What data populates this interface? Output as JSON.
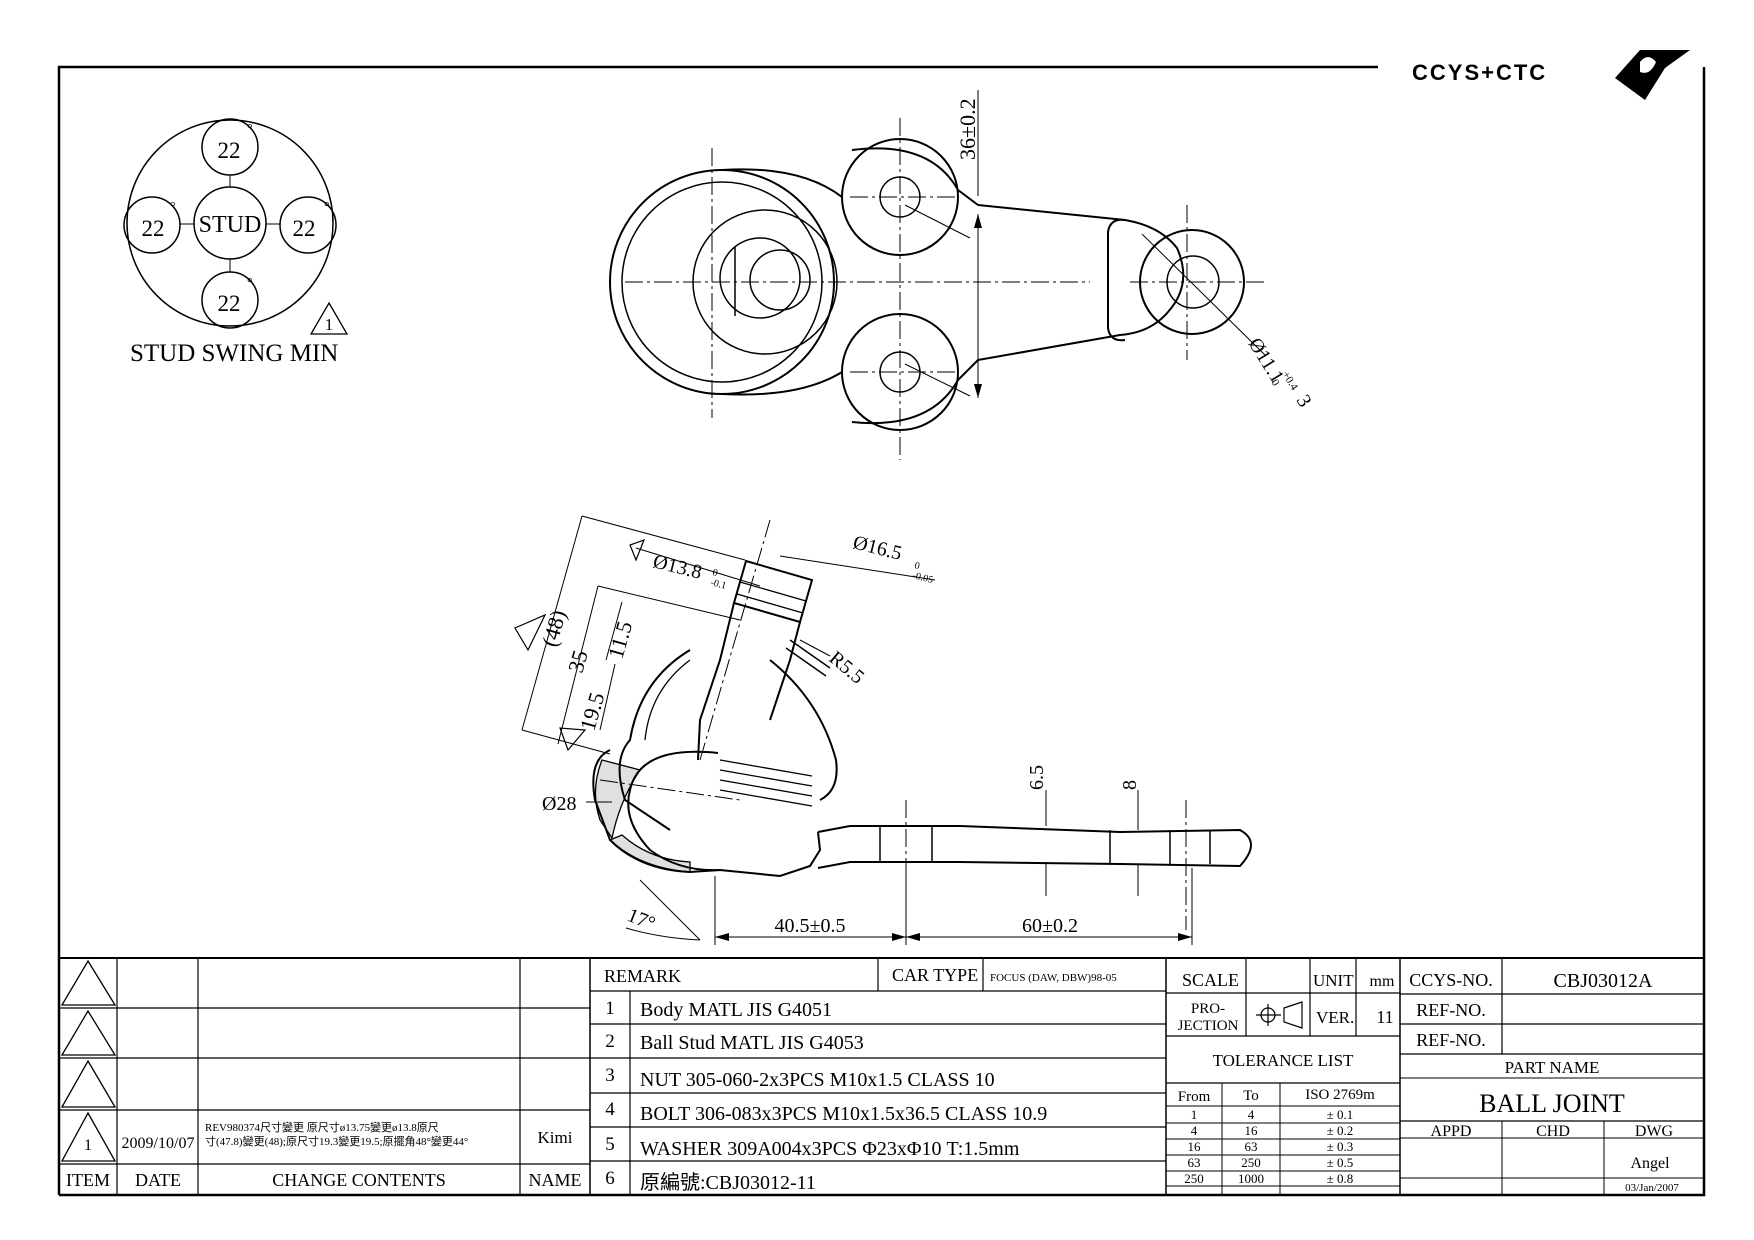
{
  "logo": {
    "text": "CCYS+CTC"
  },
  "swing": {
    "center_label": "STUD",
    "angles": [
      "22",
      "22",
      "22",
      "22"
    ],
    "deg": "°",
    "caption": "STUD SWING MIN",
    "rev_mark": "1"
  },
  "dims": {
    "d36": "36±0.2",
    "d111": "Ø11.1",
    "d111_tol_up": "+0.4",
    "d111_tol_lo": "0",
    "d111_taper": "3",
    "d138": "Ø13.8",
    "d138_tol_up": "0",
    "d138_tol_lo": "-0.1",
    "d165": "Ø16.5",
    "d165_tol_up": "0",
    "d165_tol_lo": "-0.05",
    "d48": "(48)",
    "d35": "35",
    "d115": "11.5",
    "d195": "19.5",
    "r55": "R5.5",
    "d28": "Ø28",
    "d65": "6.5",
    "d8": "8",
    "a17": "17°",
    "d405": "40.5±0.5",
    "d60": "60±0.2",
    "rev_mark": "1"
  },
  "revisions": {
    "rows": [
      {
        "item": "",
        "date": "",
        "contents": "",
        "name": ""
      },
      {
        "item": "",
        "date": "",
        "contents": "",
        "name": ""
      },
      {
        "item": "",
        "date": "",
        "contents": "",
        "name": ""
      },
      {
        "item": "1",
        "date": "2009/10/07",
        "contents_line1": "REV980374尺寸變更 原尺寸ø13.75變更ø13.8原尺",
        "contents_line2": "寸(47.8)變更(48);原尺寸19.3變更19.5;原擺角48°變更44°",
        "name": "Kimi"
      }
    ],
    "headers": {
      "item": "ITEM",
      "date": "DATE",
      "contents": "CHANGE CONTENTS",
      "name": "NAME"
    }
  },
  "remarks": {
    "header": "REMARK",
    "car_type_label": "CAR TYPE",
    "car_type_value": "FOCUS (DAW, DBW)98-05",
    "items": [
      {
        "no": "1",
        "text": "Body MATL JIS G4051"
      },
      {
        "no": "2",
        "text": "Ball Stud MATL JIS G4053"
      },
      {
        "no": "3",
        "text": "NUT 305-060-2x3PCS M10x1.5 CLASS 10"
      },
      {
        "no": "4",
        "text": "BOLT 306-083x3PCS M10x1.5x36.5 CLASS 10.9"
      },
      {
        "no": "5",
        "text": "WASHER 309A004x3PCS  Φ23xΦ10 T:1.5mm"
      },
      {
        "no": "6",
        "text": "原編號:CBJ03012-11"
      }
    ]
  },
  "scale_block": {
    "scale_label": "SCALE",
    "scale_value": "",
    "unit_label": "UNIT",
    "unit_value": "mm",
    "projection_label_1": "PRO-",
    "projection_label_2": "JECTION",
    "ver_label": "VER.",
    "ver_value": "11",
    "tolerance_title": "TOLERANCE LIST",
    "tol_headers": {
      "from": "From",
      "to": "To",
      "std": "ISO 2769m"
    },
    "tolerances": [
      {
        "from": "1",
        "to": "4",
        "tol": "± 0.1"
      },
      {
        "from": "4",
        "to": "16",
        "tol": "± 0.2"
      },
      {
        "from": "16",
        "to": "63",
        "tol": "± 0.3"
      },
      {
        "from": "63",
        "to": "250",
        "tol": "± 0.5"
      },
      {
        "from": "250",
        "to": "1000",
        "tol": "± 0.8"
      }
    ]
  },
  "title_block": {
    "ccys_no_label": "CCYS-NO.",
    "ccys_no_value": "CBJ03012A",
    "ref_no_label_1": "REF-NO.",
    "ref_no_value_1": "",
    "ref_no_label_2": "REF-NO.",
    "ref_no_value_2": "",
    "part_name_label": "PART NAME",
    "part_name_value": "BALL JOINT",
    "appd_label": "APPD",
    "chd_label": "CHD",
    "dwg_label": "DWG",
    "dwg_by": "Angel",
    "dwg_date": "03/Jan/2007"
  }
}
